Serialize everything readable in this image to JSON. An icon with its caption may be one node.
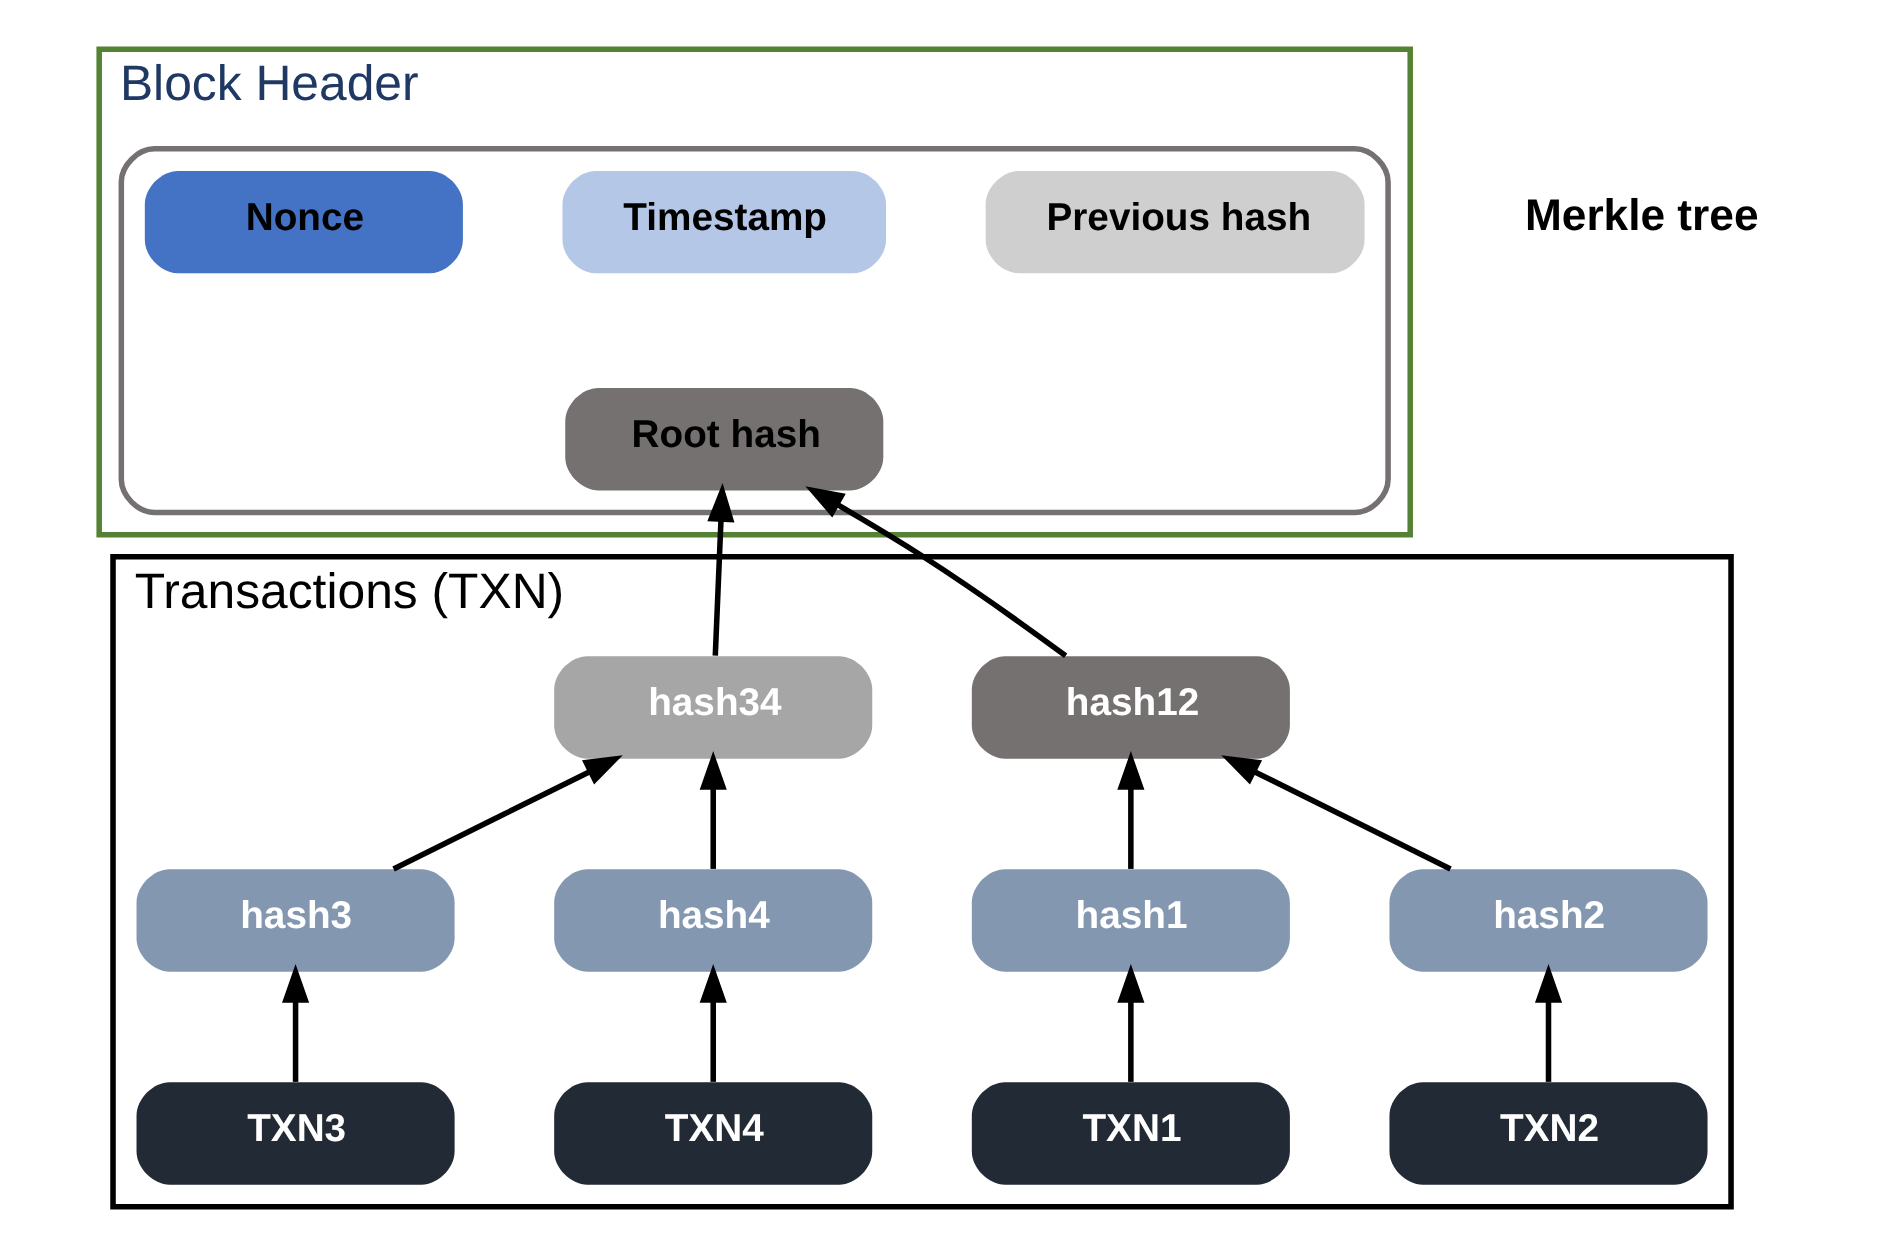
{
  "diagram": {
    "nodes": [
      {
        "text": [
          "Block Header"
        ]
      },
      {
        "text": [],
        "shape": "box",
        "in": 0
      },
      {
        "text": [
          "Previous hash"
        ],
        "in": 1
      },
      {
        "text": [
          "Timestamp"
        ],
        "in": 1
      },
      {
        "text": [
          "Nonce"
        ],
        "in": 1
      },
      {
        "text": [
          "Root hash"
        ],
        "in": 1
      },
      {
        "text": [
          "Transactions (TXN)"
        ]
      },
      {
        "text": [
          "hash12"
        ],
        "in": 6
      },
      {
        "text": [
          "hash34"
        ],
        "in": 6
      },
      {
        "text": [
          "hash1"
        ],
        "in": 6
      },
      {
        "text": [
          "hash2"
        ],
        "in": 6
      },
      {
        "text": [
          "hash3"
        ],
        "in": 6
      },
      {
        "text": [
          "hash4"
        ],
        "in": 6
      },
      {
        "text": [
          "TXN1"
        ],
        "in": 6
      },
      {
        "text": [
          "TXN2"
        ],
        "in": 6
      },
      {
        "text": [
          "TXN3"
        ],
        "in": 6
      },
      {
        "text": [
          "TXN4"
        ],
        "in": 6
      }
    ],
    "edges": [
      {
        "from": 13,
        "to": 9,
        "arrow": "to"
      },
      {
        "from": 14,
        "to": 10,
        "arrow": "to"
      },
      {
        "from": 15,
        "to": 11,
        "arrow": "to"
      },
      {
        "from": 16,
        "to": 12,
        "arrow": "to"
      },
      {
        "from": 9,
        "to": 7,
        "arrow": "to"
      },
      {
        "from": 10,
        "to": 7,
        "arrow": "to"
      },
      {
        "from": 11,
        "to": 8,
        "arrow": "to"
      },
      {
        "from": 12,
        "to": 8,
        "arrow": "to"
      },
      {
        "from": 7,
        "to": 5,
        "arrow": "to"
      },
      {
        "from": 8,
        "to": 5,
        "arrow": "to"
      }
    ],
    "labels": [
      "Merkle tree"
    ]
  }
}
